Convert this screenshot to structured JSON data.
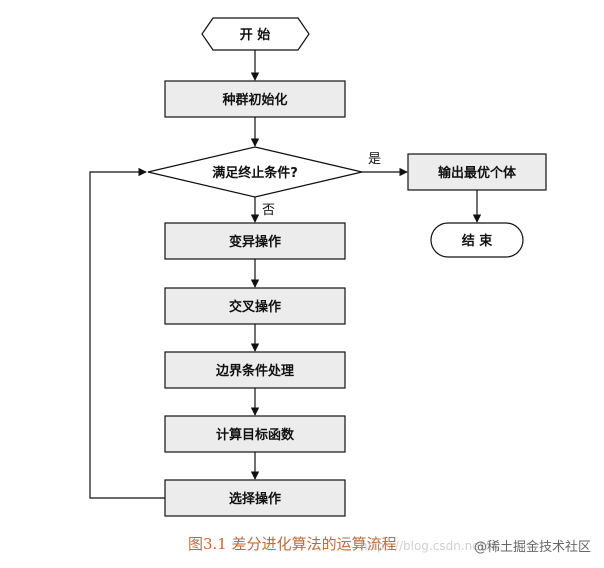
{
  "nodes": {
    "start": "开  始",
    "init": "种群初始化",
    "condition": "满足终止条件?",
    "output": "输出最优个体",
    "end": "结  束",
    "mutation": "变异操作",
    "crossover": "交叉操作",
    "boundary": "边界条件处理",
    "objective": "计算目标函数",
    "selection": "选择操作"
  },
  "edge_labels": {
    "yes": "是",
    "no": "否"
  },
  "caption": "图3.1  差分进化算法的运算流程",
  "watermark": "https://blog.csdn.net/...",
  "badge": "@稀土掘金技术社区",
  "colors": {
    "stroke": "#111111",
    "box_fill": "#ececec",
    "caption": "#c06a38"
  }
}
